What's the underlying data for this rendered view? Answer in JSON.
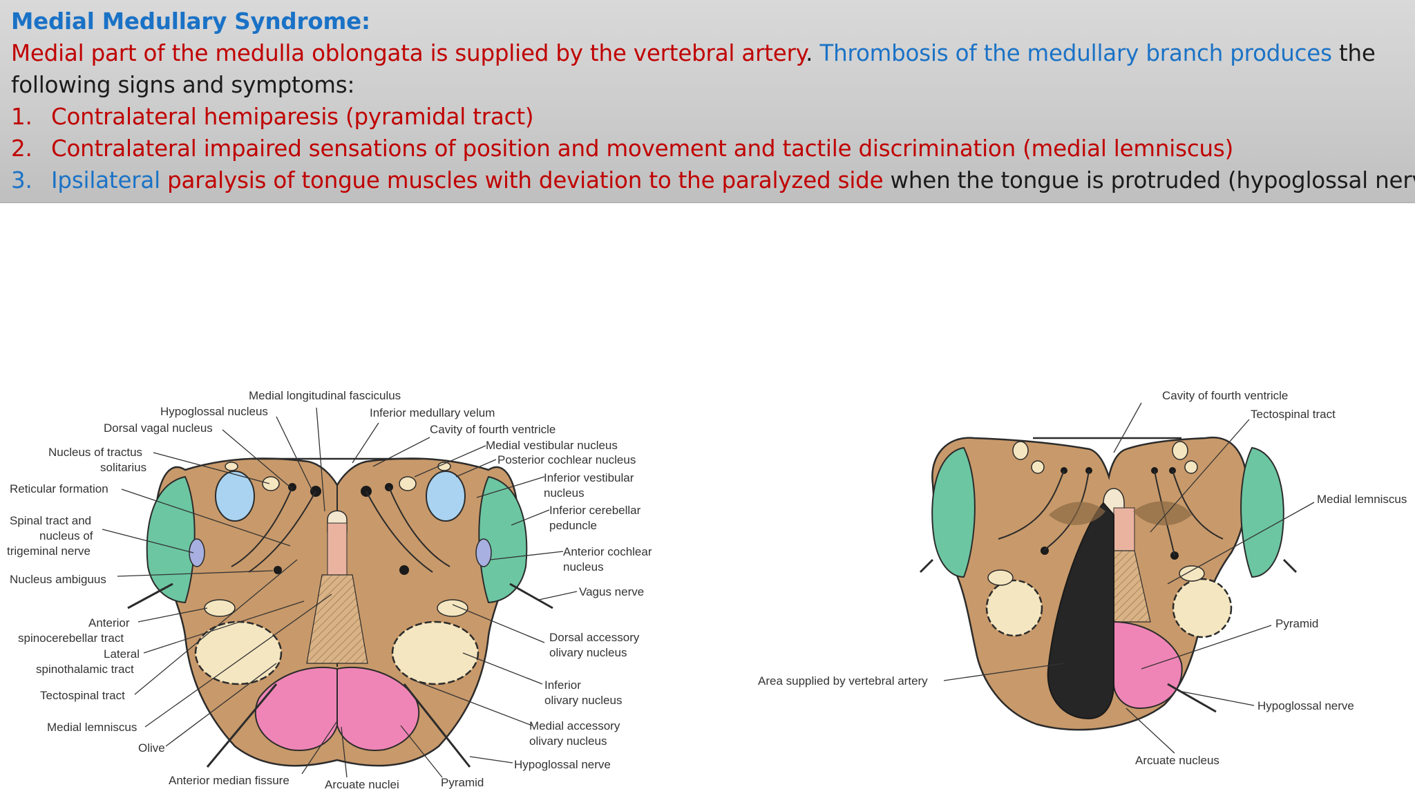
{
  "header": {
    "title": "Medial Medullary Syndrome:",
    "intro": {
      "part1": "Medial part of the medulla oblongata is supplied by the vertebral artery",
      "part2": ".",
      "part3": "Thrombosis of the medullary branch produces",
      "part4": "the",
      "part5": "following signs and symptoms:"
    },
    "items": [
      {
        "num": "1.",
        "text": "Contralateral hemiparesis (pyramidal tract)"
      },
      {
        "num": "2.",
        "text": "Contralateral impaired sensations of position and movement and tactile discrimination (medial lemniscus)"
      },
      {
        "num": "3.",
        "a": "Ipsilateral",
        "b": "paralysis of tongue muscles with deviation to the paralyzed side",
        "c": "when the tongue is protruded (hypoglossal nerve)."
      }
    ]
  },
  "left_diagram": {
    "labels": {
      "mlf": "Medial longitudinal fasciculus",
      "hypoglossal_nucleus": "Hypoglossal nucleus",
      "inferior_medullary_velum": "Inferior medullary velum",
      "dorsal_vagal_nucleus": "Dorsal vagal nucleus",
      "cavity_fourth_ventricle": "Cavity of fourth ventricle",
      "medial_vestibular_nucleus": "Medial vestibular nucleus",
      "nucleus_tractus_1": "Nucleus of tractus",
      "nucleus_tractus_2": "solitarius",
      "posterior_cochlear_nucleus": "Posterior cochlear nucleus",
      "inferior_vestibular_1": "Inferior vestibular",
      "inferior_vestibular_2": "nucleus",
      "reticular_formation": "Reticular formation",
      "inferior_cerebellar_1": "Inferior cerebellar",
      "inferior_cerebellar_2": "peduncle",
      "spinal_tract_1": "Spinal tract and",
      "spinal_tract_2": "nucleus of",
      "spinal_tract_3": "trigeminal nerve",
      "anterior_cochlear_1": "Anterior cochlear",
      "anterior_cochlear_2": "nucleus",
      "nucleus_ambiguus": "Nucleus ambiguus",
      "vagus_nerve": "Vagus nerve",
      "ant_spinocerebellar_1": "Anterior",
      "ant_spinocerebellar_2": "spinocerebellar tract",
      "dorsal_accessory_1": "Dorsal accessory",
      "dorsal_accessory_2": "olivary nucleus",
      "lat_spinothalamic_1": "Lateral",
      "lat_spinothalamic_2": "spinothalamic tract",
      "inferior_olivary_1": "Inferior",
      "inferior_olivary_2": "olivary nucleus",
      "tectospinal_tract": "Tectospinal tract",
      "medial_accessory_1": "Medial accessory",
      "medial_accessory_2": "olivary nucleus",
      "medial_lemniscus": "Medial lemniscus",
      "olive": "Olive",
      "hypoglossal_nerve": "Hypoglossal nerve",
      "anterior_median_fissure": "Anterior median fissure",
      "arcuate_nuclei": "Arcuate nuclei",
      "pyramid": "Pyramid"
    }
  },
  "right_diagram": {
    "labels": {
      "cavity_fourth_ventricle": "Cavity of fourth ventricle",
      "tectospinal_tract": "Tectospinal tract",
      "medial_lemniscus": "Medial lemniscus",
      "pyramid": "Pyramid",
      "area_vertebral": "Area supplied by vertebral artery",
      "hypoglossal_nerve": "Hypoglossal nerve",
      "arcuate_nucleus": "Arcuate nucleus"
    }
  },
  "colors": {
    "tissue": "#c8996a",
    "cerebellar_peduncle": "#6cc6a2",
    "pyramid": "#ef85b6",
    "olive_nucleus": "#f4e6c0",
    "vestibular_nucleus": "#a9d3f0",
    "infarct_area": "#262626",
    "title_blue": "#1a72c6",
    "text_red": "#c00000"
  }
}
